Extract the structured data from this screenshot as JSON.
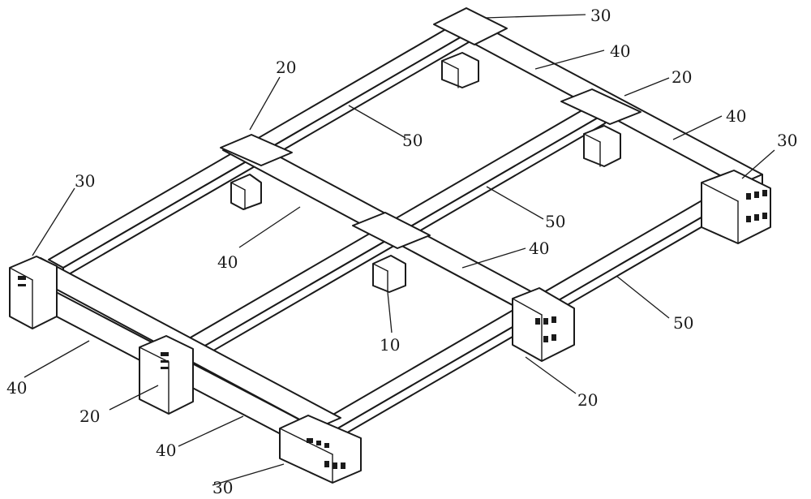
{
  "figure": {
    "callouts": [
      {
        "id": "c30-back",
        "text": "30"
      },
      {
        "id": "c40-back",
        "text": "40"
      },
      {
        "id": "c20-right",
        "text": "20"
      },
      {
        "id": "c40-right",
        "text": "40"
      },
      {
        "id": "c30-right",
        "text": "30"
      },
      {
        "id": "c20-top",
        "text": "20"
      },
      {
        "id": "c50-top",
        "text": "50"
      },
      {
        "id": "c30-left",
        "text": "30"
      },
      {
        "id": "c40-mid",
        "text": "40"
      },
      {
        "id": "c50-mid",
        "text": "50"
      },
      {
        "id": "c40-center",
        "text": "40"
      },
      {
        "id": "c50-right",
        "text": "50"
      },
      {
        "id": "c10-center",
        "text": "10"
      },
      {
        "id": "c40-left",
        "text": "40"
      },
      {
        "id": "c20-front",
        "text": "20"
      },
      {
        "id": "c20-bottom",
        "text": "20"
      },
      {
        "id": "c40-front",
        "text": "40"
      },
      {
        "id": "c30-front",
        "text": "30"
      }
    ]
  }
}
